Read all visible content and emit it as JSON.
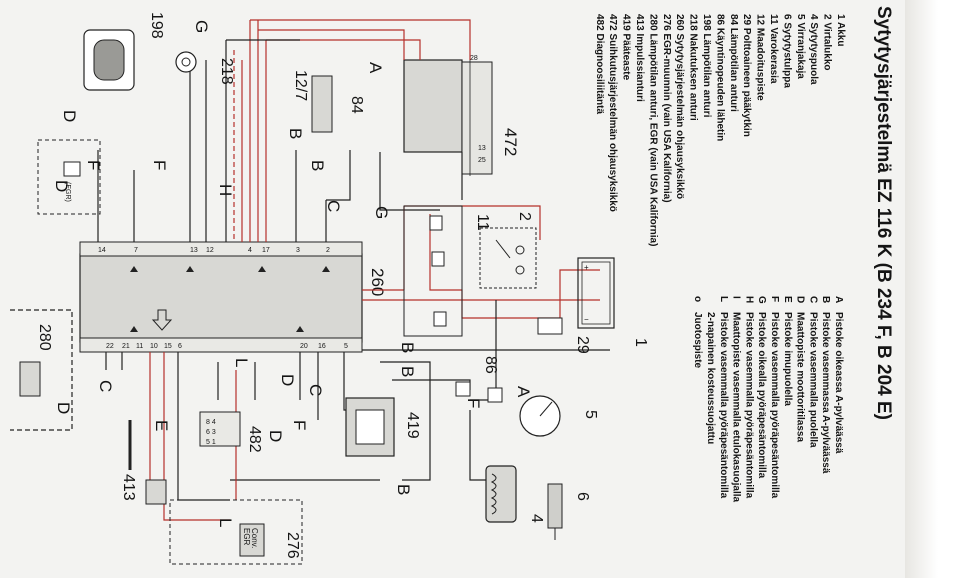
{
  "title": "Sytytysjärjestelmä EZ 116 K (B 234 F, B 204 E)",
  "legend_items": [
    "1 Akku",
    "2 Virtalukko",
    "4 Sytytyspuola",
    "5 Virranjakaja",
    "6 Sytytystulppa",
    "11 Varokerasia",
    "12 Maadoituspiste",
    "29 Polttoaineen pääkytkin",
    "84 Lämpötilan anturi",
    "86 Käyntinopeuden lähetin",
    "198 Lämpötilan anturi",
    "218 Nakutuksen anturi",
    "260 Sytytysjärjestelmän ohjausyksikkö",
    "276 EGR-muunnin (vain USA Kalifornia)",
    "280 Lämpötilan anturi, EGR (vain USA Kalifornia)",
    "413 Impulssianturi",
    "419 Pääteaste",
    "472 Suihkutusjärjestelmän ohjausyksikkö",
    "482 Diagnoosiliitäntä"
  ],
  "connector_legend": [
    {
      "key": "A",
      "text": "Pistoke oikeassa A-pylväässä"
    },
    {
      "key": "B",
      "text": "Pistoke vasemmassa A-pylväässä"
    },
    {
      "key": "C",
      "text": "Pistoke vasemmalla puolella"
    },
    {
      "key": "D",
      "text": "Maattopiste moottoritilassa"
    },
    {
      "key": "E",
      "text": "Pistoke imupuolella"
    },
    {
      "key": "F",
      "text": "Pistoke vasemmalla pyöräpesäntomilla"
    },
    {
      "key": "G",
      "text": "Pistoke oikealla pyöräpesäntomilla"
    },
    {
      "key": "H",
      "text": "Pistoke vasemmalla pyöräpesäntomilla"
    },
    {
      "key": "I",
      "text": "Maattopiste vasemmalla etulokasuojalla"
    },
    {
      "key": "L",
      "text": "Pistoke vasemmalla pyöräpesäntomilla"
    },
    {
      "key": "",
      "text": "2-napainen kosteussuojattu"
    },
    {
      "key": "o",
      "text": "Juotospiste"
    }
  ],
  "components": {
    "c472": "472",
    "c260": "260",
    "c11": "11",
    "c2": "2",
    "c1": "1",
    "c29": "29",
    "c86": "86",
    "c5": "5",
    "c6": "6",
    "c4": "4",
    "c419": "419",
    "c482": "482",
    "c413": "413",
    "c276": "276",
    "c280": "280",
    "c198": "198",
    "c218": "218",
    "c127": "12/7",
    "c84": "84"
  },
  "egr_box_text": [
    "Conv.",
    "EGR"
  ],
  "egr_label": "(EGR)",
  "diagram_colors": {
    "red_wire": "#b5302b",
    "black_wire": "#222222",
    "component_fill": "#d8d8d4"
  }
}
